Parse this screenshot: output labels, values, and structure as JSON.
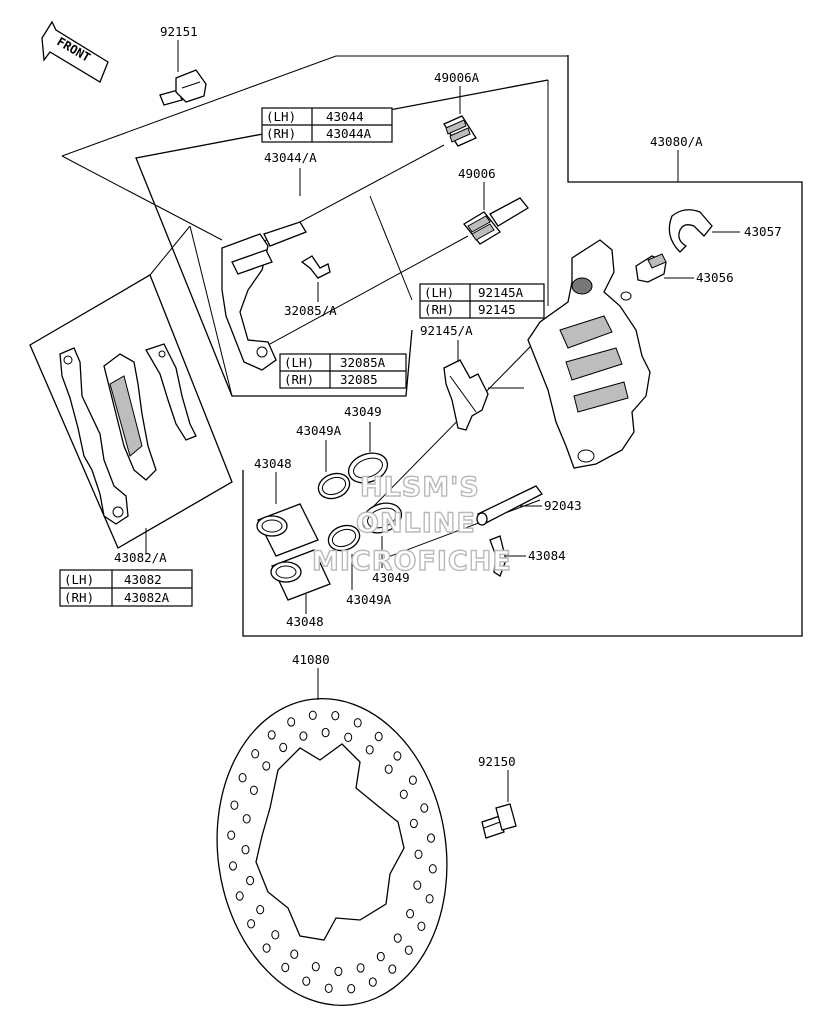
{
  "front_badge": "FRONT",
  "callouts": {
    "c92151": "92151",
    "c49006A": "49006A",
    "c43044A_label": "43044/A",
    "c49006": "49006",
    "c43080A": "43080/A",
    "c43057": "43057",
    "c43056": "43056",
    "c32085A_label": "32085/A",
    "c92145A_label": "92145/A",
    "c43049_top": "43049",
    "c43049A_top": "43049A",
    "c43048_top": "43048",
    "c92043": "92043",
    "c43084": "43084",
    "c43049_bot": "43049",
    "c43049A_bot": "43049A",
    "c43048_bot": "43048",
    "c43082A_label": "43082/A",
    "c41080": "41080",
    "c92150": "92150"
  },
  "tables": {
    "t43044": [
      {
        "side": "(LH)",
        "part": "43044"
      },
      {
        "side": "(RH)",
        "part": "43044A"
      }
    ],
    "t92145": [
      {
        "side": "(LH)",
        "part": "92145A"
      },
      {
        "side": "(RH)",
        "part": "92145"
      }
    ],
    "t32085": [
      {
        "side": "(LH)",
        "part": "32085A"
      },
      {
        "side": "(RH)",
        "part": "32085"
      }
    ],
    "t43082": [
      {
        "side": "(LH)",
        "part": "43082"
      },
      {
        "side": "(RH)",
        "part": "43082A"
      }
    ]
  },
  "watermark": [
    "HLSM'S",
    "ONLINE",
    "MICROFICHE"
  ]
}
